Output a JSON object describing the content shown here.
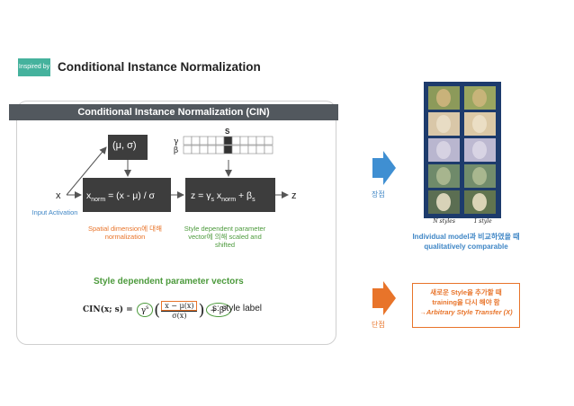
{
  "header": {
    "tag": "Inspired by",
    "title": "Conditional Instance Normalization"
  },
  "panel": {
    "heading": "Conditional Instance Normalization (CIN)",
    "x_label": "x",
    "input_label": "Input Activation",
    "stats_box": "(μ, σ)",
    "norm_box": {
      "prefix": "x",
      "sub": "norm",
      "rest": "= (x - μ) / σ"
    },
    "scale_box": {
      "z_eq": "z = γ",
      "s1": "s",
      "mid": " x",
      "sub": "norm",
      "plus": " + β",
      "s2": "s"
    },
    "z_label": "z",
    "gamma_label": "γ",
    "beta_label": "β",
    "s_label": "S",
    "note_spatial": "Spatial dimension에 대해 normalization",
    "note_style": "Style dependent parameter vector에 의해 scaled and shifted",
    "style_params_title": "Style dependent parameter vectors",
    "style_label": "s: style label",
    "formula": {
      "lhs": "CIN(x; s) =",
      "gamma": "γ",
      "gamma_s": "s",
      "numerator": "x − μ(x)",
      "denominator": "σ(x)",
      "plus_beta": "+ β",
      "beta_s": "s"
    }
  },
  "right": {
    "pro_label": "장점",
    "con_label": "단점",
    "portrait_labels": {
      "left": "N styles",
      "right": "1 style"
    },
    "pro_text": "Individual model과 비교하였을 때 qualitatively comparable",
    "con_line1": "새로운 Style을 추가할 때",
    "con_line2": "training을 다시 해야 함",
    "con_line3": "Arbitrary Style Transfer (X)",
    "con_arrow_glyph": "→"
  },
  "colors": {
    "accent_green": "#45b29d",
    "blue_text": "#3f86c5",
    "orange": "#e8742a",
    "dark_box": "#3d3d3d",
    "arrow_blue": "#3f8fd2"
  }
}
